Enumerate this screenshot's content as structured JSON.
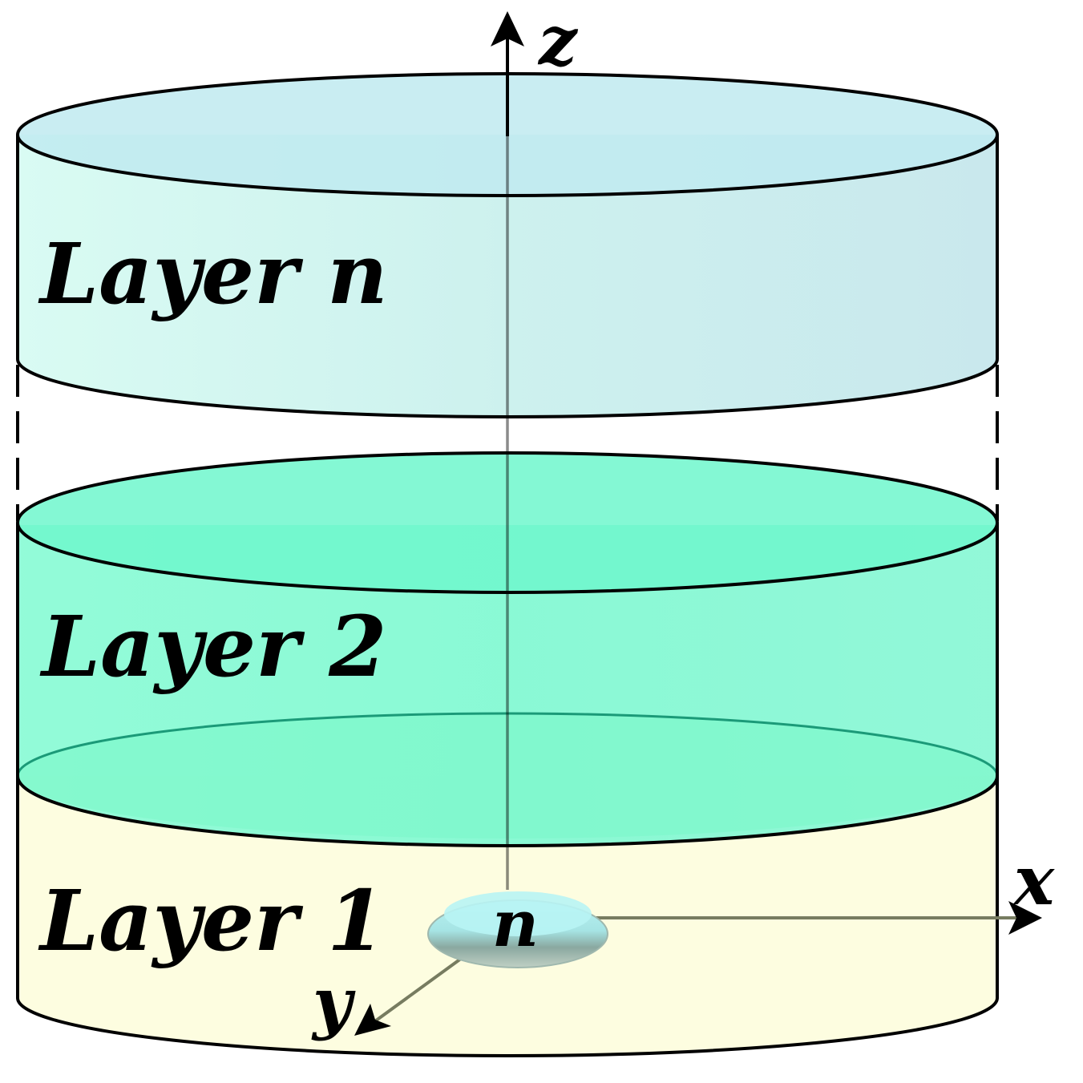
{
  "layers": [
    {
      "id": "layer-1",
      "label": "Layer 1",
      "color": "#fdfde0"
    },
    {
      "id": "layer-2",
      "label": "Layer 2",
      "color": "#7ff9d1"
    },
    {
      "id": "layer-n",
      "label": "Layer n",
      "color": "#cdeeee"
    }
  ],
  "axes": {
    "x_label": "x",
    "y_label": "y",
    "z_label": "z"
  },
  "source": {
    "label": "n"
  }
}
